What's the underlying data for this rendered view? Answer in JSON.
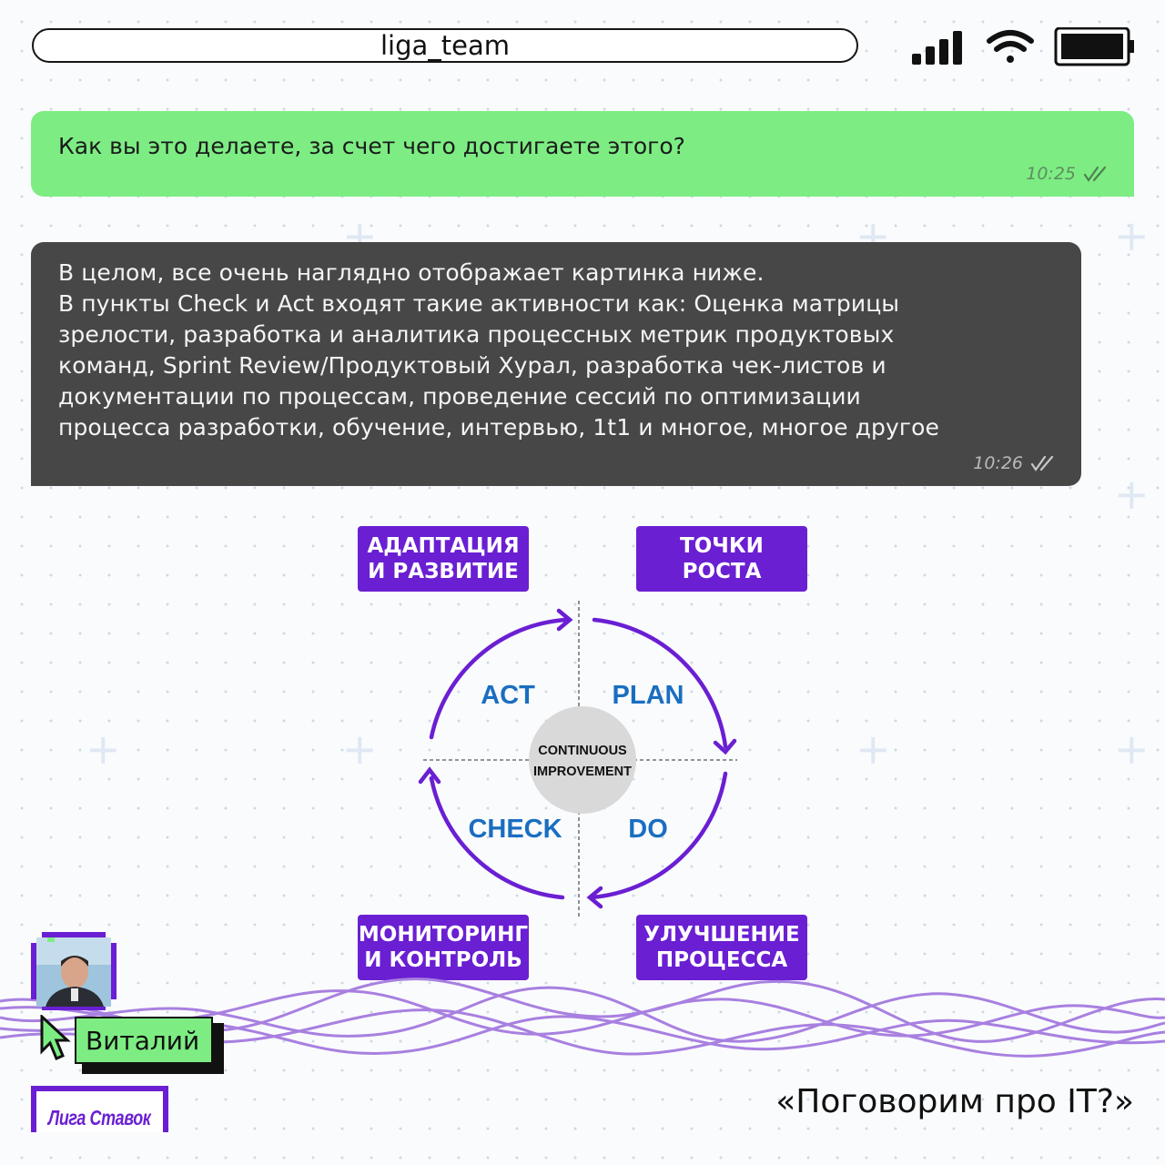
{
  "header": {
    "title": "liga_team"
  },
  "status_icons": [
    "cellular-signal-icon",
    "wifi-icon",
    "battery-icon"
  ],
  "messages": [
    {
      "direction": "outgoing",
      "text": "Как вы это делаете, за счет чего достигаете этого?",
      "time": "10:25",
      "status_icon": "double-check-icon"
    },
    {
      "direction": "incoming",
      "text": "В целом, все очень наглядно отображает картинка ниже.\nВ пункты Check и Act входят такие активности как: Оценка матрицы\nзрелости, разработка и аналитика процессных метрик продуктовых\nкоманд, Sprint Review/Продуктовый Хурал, разработка чек-листов и\nдокументации по процессам, проведение сессий по оптимизации\nпроцесса разработки, обучение, интервью, 1t1 и многое, многое другое",
      "time": "10:26",
      "status_icon": "double-check-icon"
    }
  ],
  "diagram": {
    "tags": {
      "top_left": "АДАПТАЦИЯ\nИ РАЗВИТИЕ",
      "top_right": "ТОЧКИ\nРОСТА",
      "bottom_left": "МОНИТОРИНГ\nИ КОНТРОЛЬ",
      "bottom_right": "УЛУЧШЕНИЕ\nПРОЦЕССА"
    },
    "quadrants": {
      "act": "ACT",
      "plan": "PLAN",
      "check": "CHECK",
      "do": "DO"
    },
    "center": {
      "line1": "CONTINUOUS",
      "line2": "IMPROVEMENT"
    }
  },
  "author": {
    "name": "Виталий"
  },
  "footer": {
    "logo": "ЛИГА СТАВОК",
    "title": "«Поговорим про IT?»"
  },
  "colors": {
    "accent_purple": "#6a1fd2",
    "bubble_green": "#7ded83",
    "bubble_dark": "#474747",
    "quadrant_blue": "#1a6ec0"
  }
}
